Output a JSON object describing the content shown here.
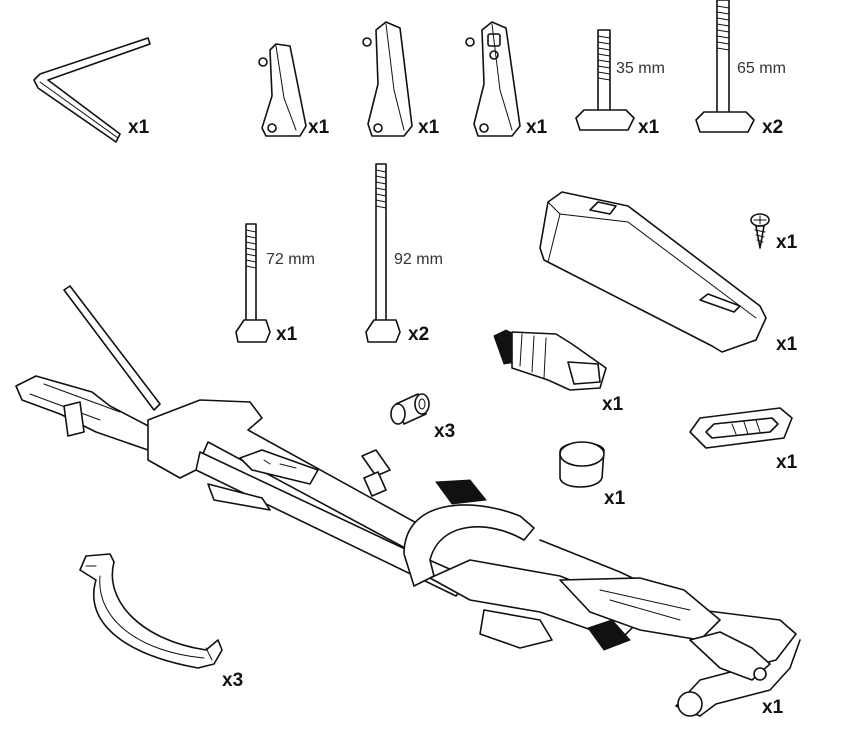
{
  "parts": {
    "allen_key": {
      "qty": "x1"
    },
    "strap_end_a": {
      "qty": "x1"
    },
    "strap_end_b": {
      "qty": "x1"
    },
    "strap_end_c": {
      "qty": "x1"
    },
    "tbolt_35": {
      "qty": "x1",
      "length": "35 mm"
    },
    "tbolt_65": {
      "qty": "x2",
      "length": "65 mm"
    },
    "bolt_72": {
      "qty": "x1",
      "length": "72 mm"
    },
    "bolt_92": {
      "qty": "x2",
      "length": "92 mm"
    },
    "screw": {
      "qty": "x1"
    },
    "wheel_tray_block": {
      "qty": "x1"
    },
    "lock_cylinder": {
      "qty": "x1"
    },
    "spacer_sleeve": {
      "qty": "x3"
    },
    "strap_loop": {
      "qty": "x1"
    },
    "end_cap": {
      "qty": "x1"
    },
    "wheel_clamp_arc": {
      "qty": "x3"
    },
    "bike_rack": {
      "qty": "x1"
    }
  }
}
